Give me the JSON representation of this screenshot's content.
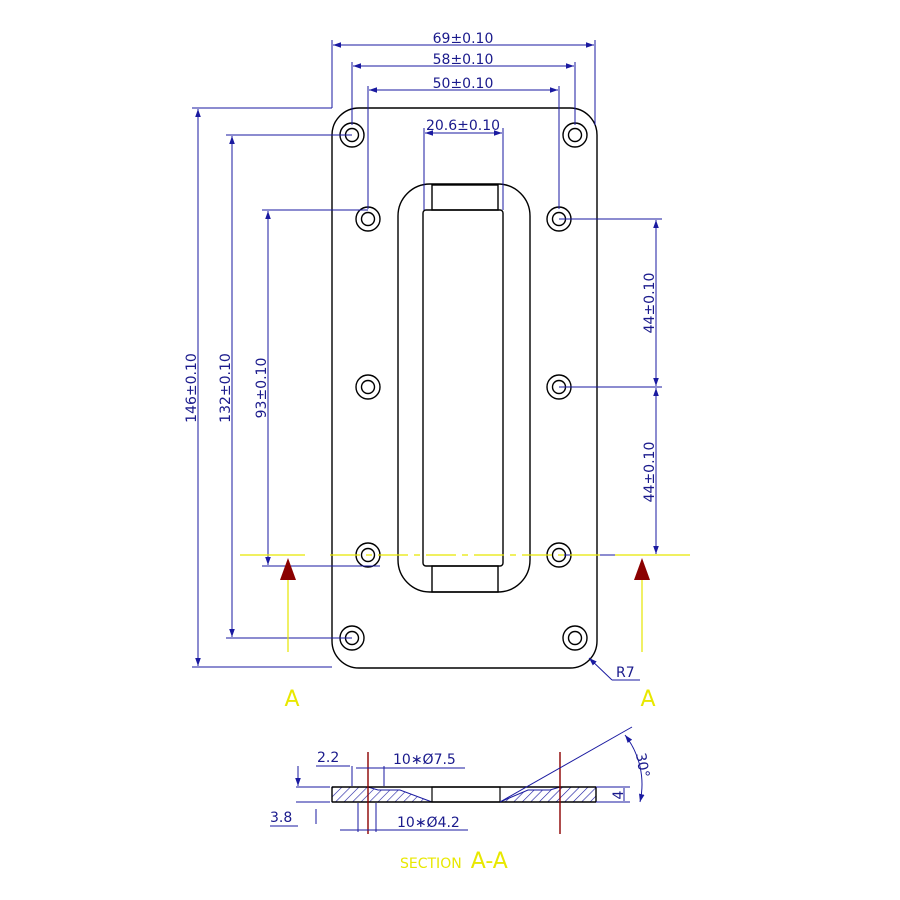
{
  "dims": {
    "w69": "69±0.10",
    "w58": "58±0.10",
    "w50": "50±0.10",
    "w20_6": "20.6±0.10",
    "h146": "146±0.10",
    "h132": "132±0.10",
    "h93": "93±0.10",
    "h44a": "44±0.10",
    "h44b": "44±0.10",
    "radius": "R7"
  },
  "section": {
    "marker_left": "A",
    "marker_right": "A",
    "d2_2": "2.2",
    "d3_8": "3.8",
    "d4": "4",
    "angle": "30°",
    "holes_large": "10∗Ø7.5",
    "holes_small": "10∗Ø4.2",
    "title_word": "SECTION",
    "title_id": "A-A"
  },
  "colors": {
    "outline": "#000000",
    "dimension": "#1a1aa0",
    "cutting_plane": "#e6e600",
    "arrow": "#8b0000"
  }
}
